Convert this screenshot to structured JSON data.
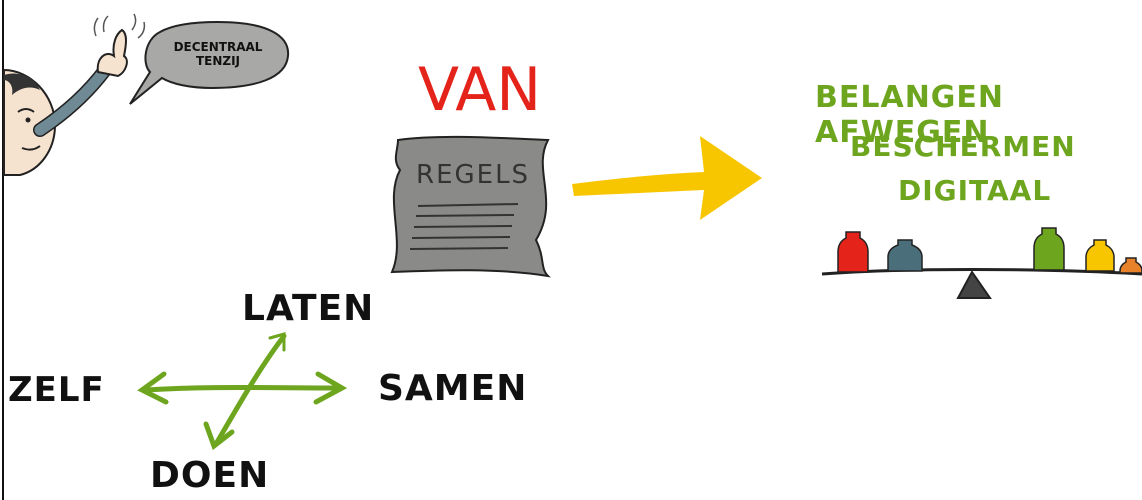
{
  "bubble": {
    "line1": "DECENTRAAL",
    "line2": "TENZIJ"
  },
  "van_label": "VAN",
  "regels_label": "REGELS",
  "green_lines": [
    "BELANGEN AFWEGEN",
    "BESCHERMEN",
    "DIGITAAL"
  ],
  "compass": {
    "up": "LATEN",
    "left": "ZELF",
    "right": "SAMEN",
    "down": "DOEN"
  },
  "colors": {
    "red": "#e4231b",
    "green": "#6ea51e",
    "yellow": "#f7c600",
    "gray_doc": "#8a8a88",
    "teal_weight": "#4a6f7a",
    "orange": "#e8822a"
  }
}
